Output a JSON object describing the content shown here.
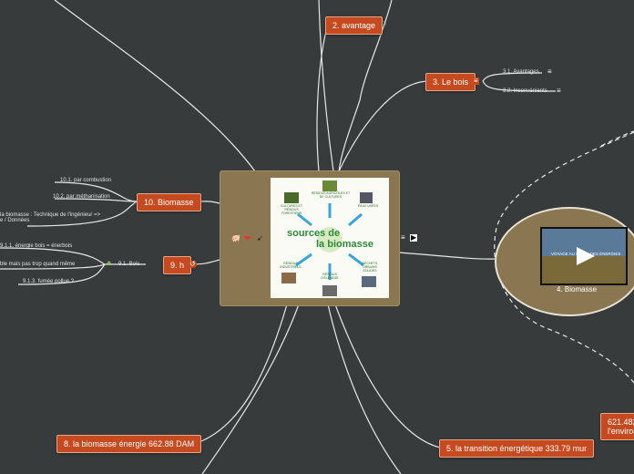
{
  "nodes": {
    "avantage": "2. avantage",
    "bois": "3. Le bois",
    "biomasse_center": "4. Biomasse",
    "transition": "5. la transition énergétique 333.79 mur",
    "energie": "8. la biomasse énergie 662.88 DAM",
    "h": "9. h",
    "biomasse10": "10. Biomasse",
    "cut_right": "621.482\nl'environ"
  },
  "subs": {
    "bois_av": "3.1.  Avantages",
    "bois_inc": "3.2.  Inconvénients",
    "comb": "10.1.  par combustion",
    "meth": "10.2.  par méthanisation",
    "tech": "la biomasse : Technique de l'ingénieur =>\ne / Données",
    "bois91": "9.1.  Bois",
    "energie_bois": "9.1.1.  énergie bois = énerbois",
    "pas_trop": "ble mais pas trop quand même",
    "fumee": "9.1.3.  fumée pollue ?"
  },
  "center_image": {
    "title_line1": "sources de",
    "title_line2": "la biomasse",
    "labels": [
      "RÉSIDUS AGRICOLES ET DE CULTURES",
      "CULTURES ET RÉSIDUS FORESTIERS",
      "EAUX USÉES",
      "DÉCHETS URBAINS SOLIDES",
      "RÉSIDUS D'ÉLEVAGE",
      "RÉSIDUS INDUSTRIELS"
    ]
  },
  "video_caption": "VOYAGE AU CŒUR DES ÉNERGIES"
}
